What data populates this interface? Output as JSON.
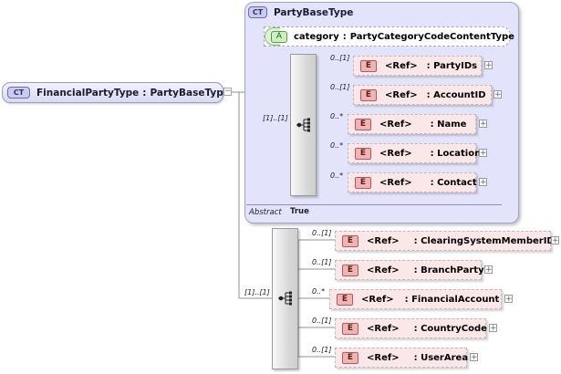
{
  "root": {
    "badge": "CT",
    "name": "FinancialPartyType",
    "separator": ":",
    "base_type": "PartyBaseType"
  },
  "party_base_type": {
    "badge": "CT",
    "title": "PartyBaseType",
    "attribute": {
      "badge": "A",
      "name": "category",
      "separator": ":",
      "type": "PartyCategoryCodeContentType"
    },
    "sequence_cardinality": "[1]..[1]",
    "elements": [
      {
        "badge": "E",
        "ref": "<Ref>",
        "name": ": PartyIDs",
        "cardinality": "0..[1]"
      },
      {
        "badge": "E",
        "ref": "<Ref>",
        "name": ": AccountID",
        "cardinality": "0..[1]"
      },
      {
        "badge": "E",
        "ref": "<Ref>",
        "name": ": Name",
        "cardinality": "0..*"
      },
      {
        "badge": "E",
        "ref": "<Ref>",
        "name": ": Location",
        "cardinality": "0..*"
      },
      {
        "badge": "E",
        "ref": "<Ref>",
        "name": ": Contact",
        "cardinality": "0..*"
      }
    ],
    "abstract_label": "Abstract",
    "abstract_value": "True"
  },
  "financial_sequence": {
    "sequence_cardinality": "[1]..[1]",
    "elements": [
      {
        "badge": "E",
        "ref": "<Ref>",
        "name": ": ClearingSystemMemberID",
        "cardinality": "0..[1]"
      },
      {
        "badge": "E",
        "ref": "<Ref>",
        "name": ": BranchParty",
        "cardinality": "0..[1]"
      },
      {
        "badge": "E",
        "ref": "<Ref>",
        "name": ": FinancialAccount",
        "cardinality": "0..*"
      },
      {
        "badge": "E",
        "ref": "<Ref>",
        "name": ": CountryCode",
        "cardinality": "0..[1]"
      },
      {
        "badge": "E",
        "ref": "<Ref>",
        "name": ": UserArea",
        "cardinality": "0..[1]"
      }
    ]
  },
  "expand_symbol": "+",
  "collapse_symbol": "−"
}
